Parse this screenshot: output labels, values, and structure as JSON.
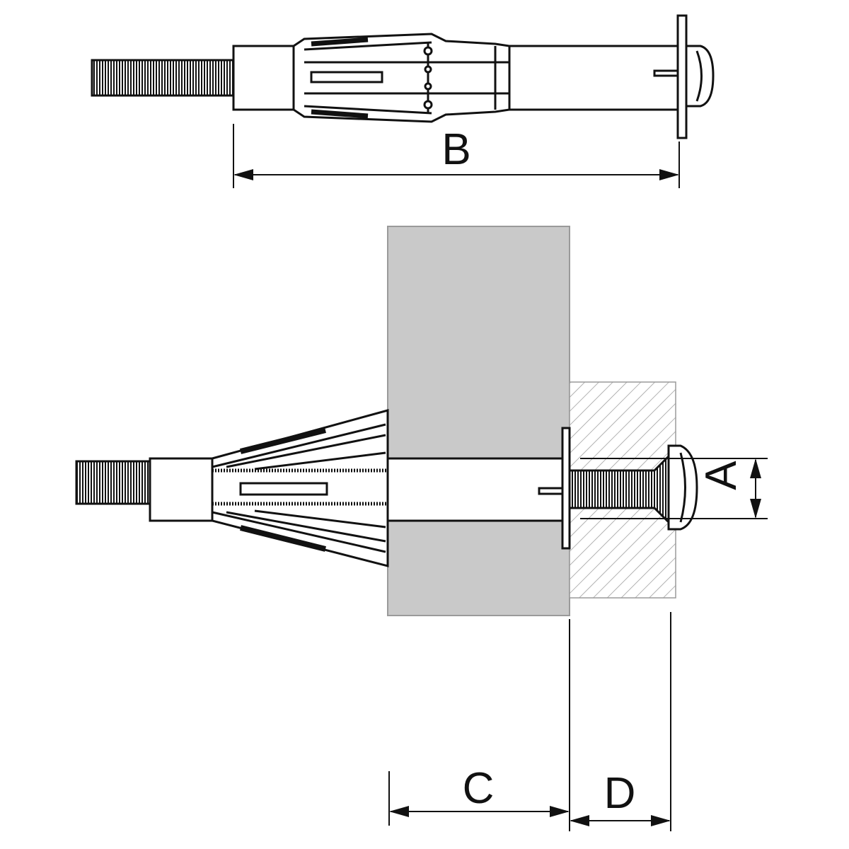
{
  "labels": {
    "A": "A",
    "B": "B",
    "C": "C",
    "D": "D"
  },
  "colors": {
    "wall": "#c9c9c9",
    "wall_edge": "#9a9a9a",
    "hatch": "#9a9a9a",
    "ink": "#111111"
  }
}
